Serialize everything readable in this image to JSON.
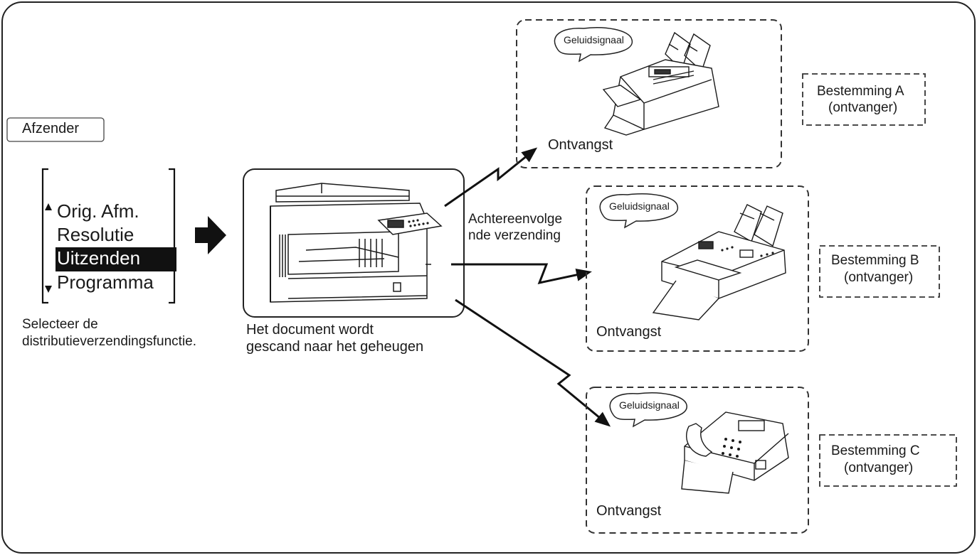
{
  "sender_label": "Afzender",
  "lcd_menu": {
    "items": [
      "Orig. Afm.",
      "Resolutie",
      "Uitzenden",
      "Programma"
    ],
    "selected_index": 2
  },
  "instruction_text": [
    "Selecteer de",
    "distributieverzendingsfunctie."
  ],
  "scan_caption": [
    "Het document wordt",
    "gescand naar het geheugen"
  ],
  "sequential_label": [
    "Achtereenvolge",
    "nde verzending"
  ],
  "receivers": [
    {
      "beep": "Geluidsignaal",
      "reception": "Ontvangst",
      "destination": [
        "Bestemming A",
        "(ontvanger)"
      ]
    },
    {
      "beep": "Geluidsignaal",
      "reception": "Ontvangst",
      "destination": [
        "Bestemming B",
        "(ontvanger)"
      ]
    },
    {
      "beep": "Geluidsignaal",
      "reception": "Ontvangst",
      "destination": [
        "Bestemming C",
        "(ontvanger)"
      ]
    }
  ]
}
